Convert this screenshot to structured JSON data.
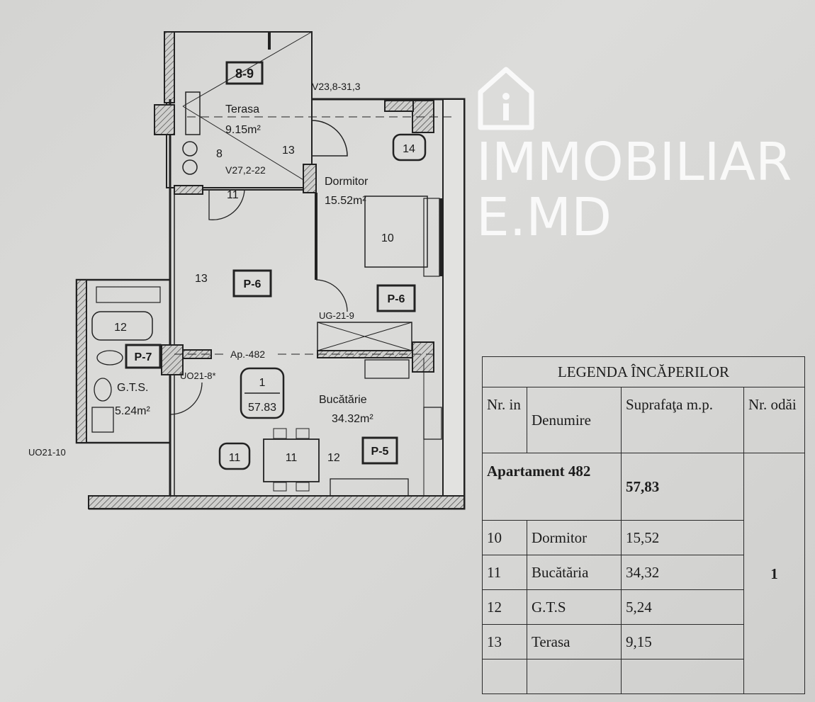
{
  "plan": {
    "terrace_code": "8-9",
    "terrace_name": "Terasa",
    "terrace_area": "9.15m²",
    "terrace_num": "13",
    "vent_top": "V23,8-31,3",
    "vent_mid": "V27,2-22",
    "label_8": "8",
    "label_11a": "11",
    "label_14": "14",
    "bedroom_name": "Dormitor",
    "bedroom_area": "15.52m²",
    "bed_num": "10",
    "label_13": "13",
    "p6_left": "P-6",
    "p6_right": "P-6",
    "door_ug": "UG-21-9",
    "bath_num": "12",
    "p7": "P-7",
    "apartment_line": "Ap.-482",
    "apt_room_count": "1",
    "apt_total": "57.83",
    "bathroom_name": "G.T.S.",
    "bathroom_area": "5.24m²",
    "door_uo8": "UO21-8*",
    "kitchen_name": "Bucătărie",
    "kitchen_area": "34.32m²",
    "door_uo10": "UO21-10",
    "label_11b": "11",
    "table_num": "11",
    "label_12": "12",
    "p5": "P-5"
  },
  "legend": {
    "title": "LEGENDA ÎNCĂPERILOR",
    "headers": {
      "nr": "Nr. in",
      "name": "Denumire",
      "area": "Suprafaţa m.p.",
      "rooms": "Nr. odăi"
    },
    "apartment": {
      "label": "Apartament 482",
      "area": "57,83",
      "rooms": "1"
    },
    "rows": [
      {
        "nr": "10",
        "name": "Dormitor",
        "area": "15,52"
      },
      {
        "nr": "11",
        "name": "Bucătăria",
        "area": "34,32"
      },
      {
        "nr": "12",
        "name": "G.T.S",
        "area": "5,24"
      },
      {
        "nr": "13",
        "name": "Terasa",
        "area": "9,15"
      }
    ]
  },
  "watermark": {
    "text": "IMMOBILIARE.MD",
    "icon": "house-info-icon"
  }
}
